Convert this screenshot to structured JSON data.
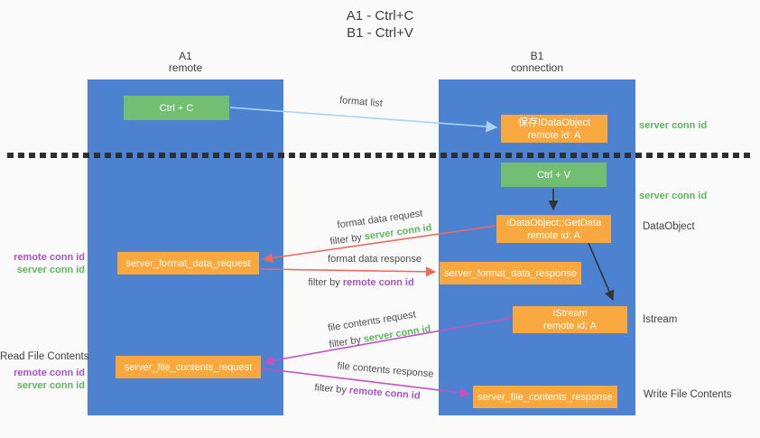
{
  "title": {
    "line1": "A1 - Ctrl+C",
    "line2": "B1 - Ctrl+V"
  },
  "lanes": {
    "a1": {
      "name": "A1",
      "subtitle": "remote"
    },
    "b1": {
      "name": "B1",
      "subtitle": "connection"
    }
  },
  "nodes": {
    "ctrl_c": {
      "label": "Ctrl + C"
    },
    "ctrl_v": {
      "label": "Ctrl + V"
    },
    "save_idataobject": {
      "line1": "保存IDataObject",
      "line2": "remote id: A"
    },
    "idataobject_getdata": {
      "line1": "IDataObject::GetData",
      "line2": "remote id: A"
    },
    "istream": {
      "line1": "IStream",
      "line2": "remote id: A"
    },
    "server_format_data_request": {
      "label": "server_format_data_request"
    },
    "server_format_data_response": {
      "label": "server_format_data_response"
    },
    "server_file_contents_request": {
      "label": "server_file_contents_request"
    },
    "server_file_contents_response": {
      "label": "server_file_contents_response"
    }
  },
  "arrow_labels": {
    "format_list": "format list",
    "format_data_request": "format data request",
    "format_data_response": "format data response",
    "file_contents_request": "file contents request",
    "file_contents_response": "file contents response",
    "filter_by": "filter by",
    "server_conn_id": "server conn id",
    "remote_conn_id": "remote conn id"
  },
  "annotations": {
    "server_conn_id_top": "server conn id",
    "server_conn_id_mid": "server conn id",
    "dataobject": "DataObject",
    "istream": "Istream",
    "read_file_contents": "Read File Contents",
    "write_file_contents": "Write File Contents",
    "remote_conn_id": "remote conn id",
    "server_conn_id": "server conn id"
  },
  "colors": {
    "lane_blue": "#4d82d1",
    "node_orange": "#f8a83e",
    "node_green": "#72bf74",
    "arrow_blue": "#a9d5f0",
    "arrow_red": "#ed6a5e",
    "arrow_magenta": "#c551c1",
    "arrow_black": "#333333",
    "text_green": "#5cb85f",
    "text_purple": "#ab53c6"
  }
}
